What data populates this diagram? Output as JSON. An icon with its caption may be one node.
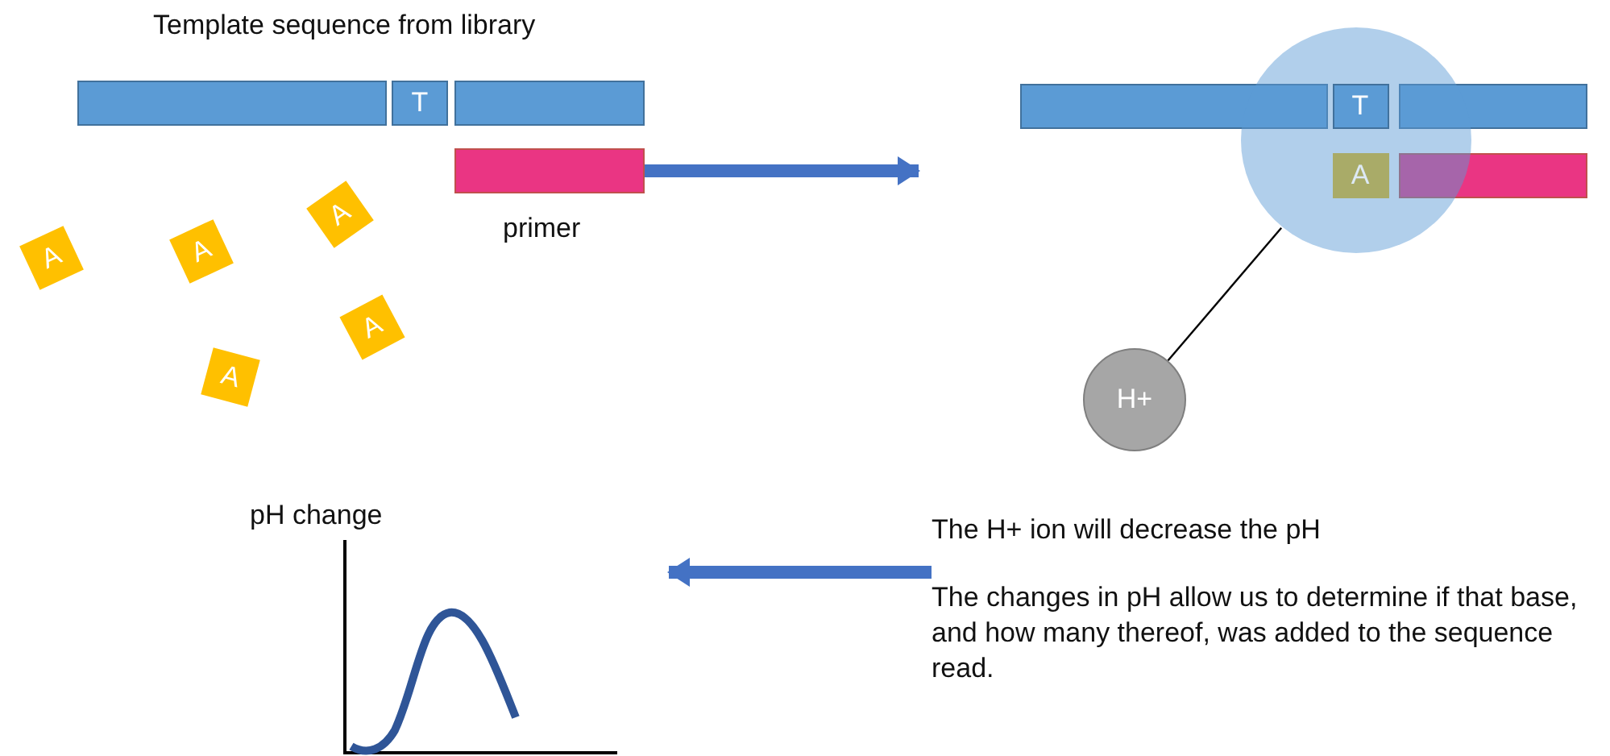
{
  "diagram": {
    "nodes": [
      {
        "text": [],
        "shape": "bar"
      },
      {
        "text": [
          "T"
        ]
      },
      {
        "text": [],
        "shape": "bar"
      },
      {
        "text": [],
        "shape": "bar",
        "beside": [
          "primer"
        ]
      },
      {
        "text": [
          "A"
        ]
      },
      {
        "text": [
          "A"
        ]
      },
      {
        "text": [
          "A"
        ]
      },
      {
        "text": [
          "A"
        ]
      },
      {
        "text": [
          "A"
        ]
      },
      {
        "text": [],
        "shape": "bar"
      },
      {
        "text": [
          "T"
        ],
        "in": 14
      },
      {
        "text": [],
        "shape": "bar"
      },
      {
        "text": [
          "A"
        ],
        "in": 14
      },
      {
        "text": [],
        "shape": "bar"
      },
      {
        "text": [],
        "shape": "circle"
      },
      {
        "text": [
          "H+"
        ]
      },
      {
        "text": [
          "The H+ ion will decrease the pH",
          "The changes in pH allow us to determine if that base, and how many thereof, was added to the sequence read."
        ]
      },
      {
        "text": [],
        "shape": "picture",
        "beside": [
          "pH change"
        ]
      }
    ],
    "edges": [
      {
        "from": 3,
        "to": null,
        "arrow": "to"
      },
      {
        "from": 15,
        "to": 14,
        "arrow": "none",
        "color": "#000000"
      },
      {
        "from": 16,
        "to": 17,
        "arrow": "to"
      }
    ],
    "labels": [
      "Template sequence from library"
    ]
  }
}
